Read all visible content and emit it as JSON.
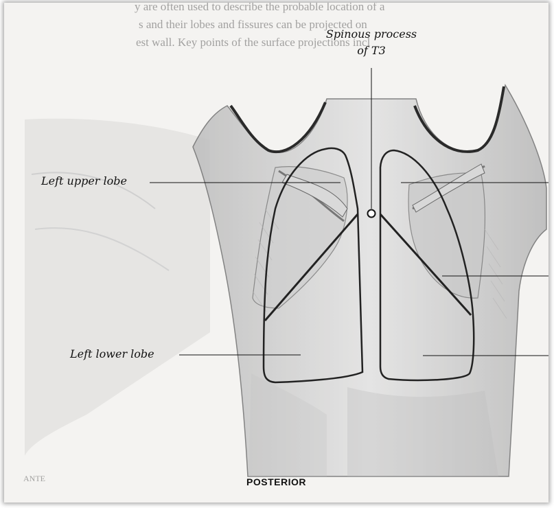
{
  "labels": {
    "spinous_line1": "Spinous process",
    "spinous_line2": "of T3",
    "left_upper_lobe": "Left upper lobe",
    "left_lower_lobe": "Left lower lobe",
    "view": "POSTERIOR"
  },
  "background_text": {
    "line1": "y are often used to describe the probable location of a",
    "line2": "s and their lobes and fissures can be projected on",
    "line3": "est wall. Key points of the surface projections incl",
    "corner": "ANTE"
  },
  "colors": {
    "paper": "#f4f3f1",
    "ink": "#111111",
    "shading": "#8a8a8a"
  }
}
